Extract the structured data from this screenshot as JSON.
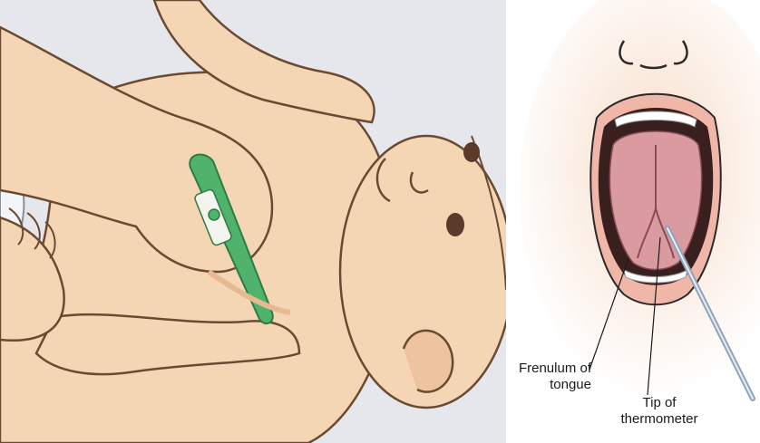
{
  "labels": {
    "frenulum": {
      "line1": "Frenulum of",
      "line2": "tongue"
    },
    "tip": {
      "line1": "Tip of",
      "line2": "thermometer"
    }
  },
  "colors": {
    "background_left": "#e6e7ec",
    "skin": "#f4d6b4",
    "skin_shadow": "#e7b992",
    "outline": "#6b4a32",
    "thermometer_green": "#4fb36b",
    "thermometer_white": "#f4f4ee",
    "mouth_inner": "#3a1f1f",
    "tongue": "#d99aa0",
    "face_glow": "#f7dcc8",
    "oral_thermometer": "#8ea3b8"
  }
}
